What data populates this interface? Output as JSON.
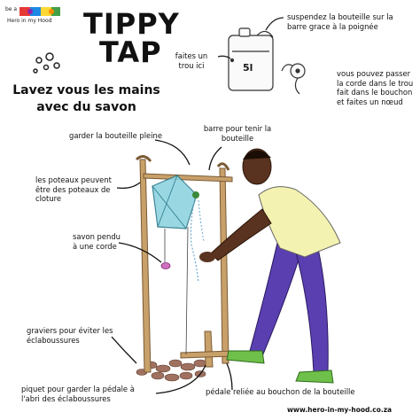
{
  "logo": {
    "line1": "be a",
    "line2": "Hero in my Hood"
  },
  "title": {
    "line1": "TIPPY",
    "line2": "TAP"
  },
  "subtitle": {
    "line1": "Lavez vous les mains",
    "line2": "avec du savon"
  },
  "bottle": {
    "capacity": "5l"
  },
  "labels": {
    "faites_un_trou": "faites un trou ici",
    "suspendez": "suspendez la bouteille sur la barre grace à la poignée",
    "vous_pouvez": "vous pouvez passer la corde dans le trou fait dans le bouchon et faites un nœud",
    "garder": "garder la bouteille pleine",
    "barre": "barre pour tenir la bouteille",
    "poteaux": "les poteaux peuvent être des poteaux de cloture",
    "savon": "savon pendu à une corde",
    "graviers": "graviers pour éviter les éclaboussures",
    "piquet": "piquet pour garder la pédale à l'abri des éclaboussures",
    "pedale": "pédale reliée au bouchon de la bouteille"
  },
  "footer": {
    "url": "www.hero-in-my-hood.co.za"
  },
  "colors": {
    "wood": "#c8a06a",
    "bottle": "#8fd3e0",
    "shirt": "#f4f2b0",
    "pants": "#5a3fb0",
    "skin": "#5a3320",
    "shoes": "#6fc04a",
    "soap": "#d070c0",
    "gravel": "#a07060"
  }
}
